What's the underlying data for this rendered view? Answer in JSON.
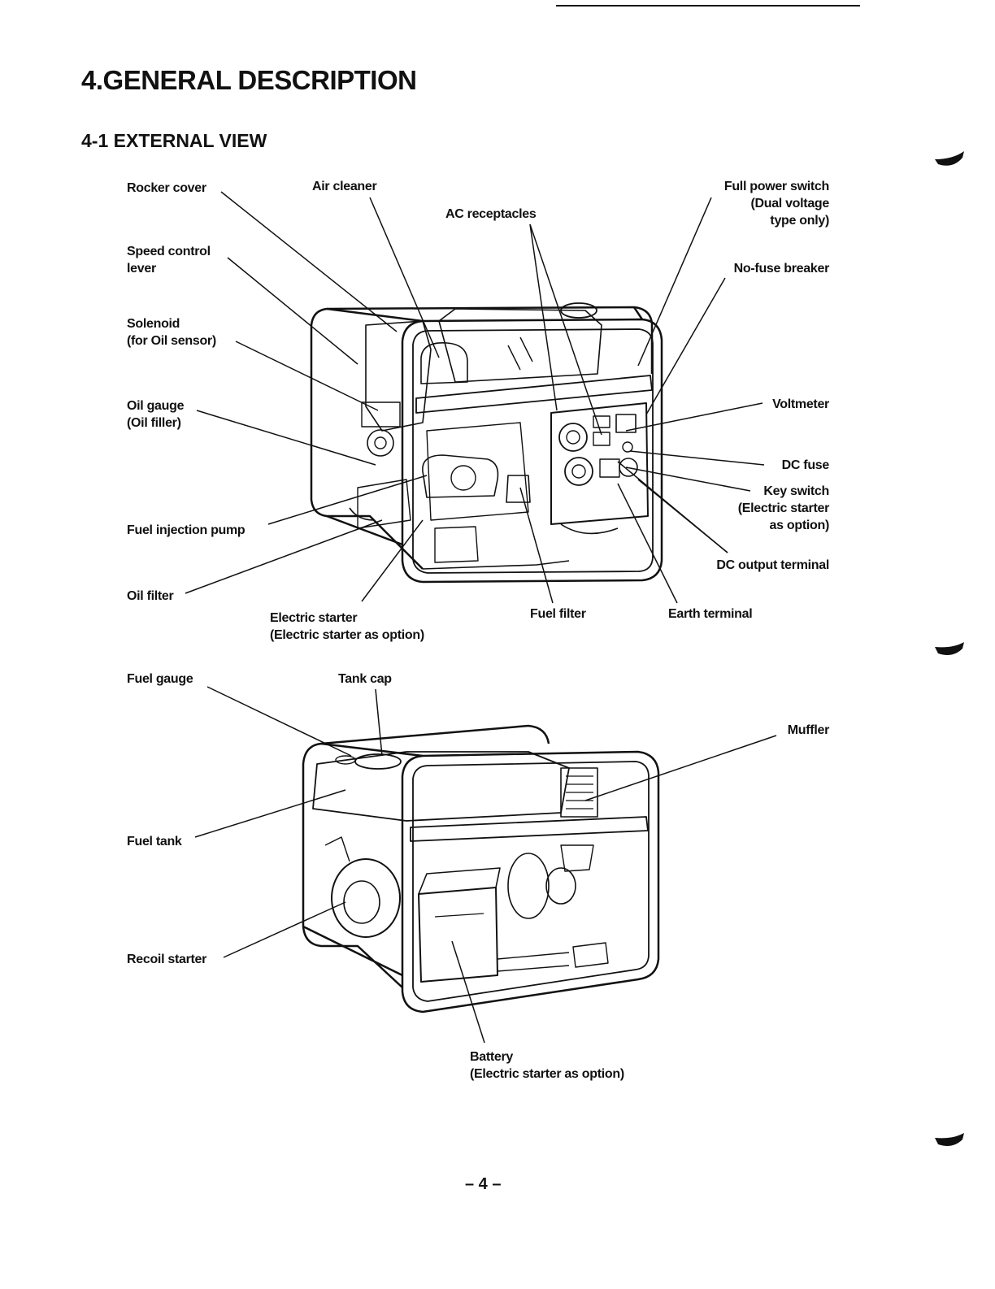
{
  "page": {
    "title": "4.GENERAL DESCRIPTION",
    "section": "4-1 EXTERNAL VIEW",
    "page_number": "– 4 –"
  },
  "figure1": {
    "rocker_cover": "Rocker cover",
    "air_cleaner": "Air cleaner",
    "ac_receptacles": "AC receptacles",
    "full_power_switch": [
      "Full power switch",
      "(Dual voltage",
      "type only)"
    ],
    "speed_control_lever": [
      "Speed control",
      "lever"
    ],
    "no_fuse_breaker": "No-fuse breaker",
    "solenoid": [
      "Solenoid",
      "(for Oil sensor)"
    ],
    "oil_gauge": [
      "Oil gauge",
      "(Oil filler)"
    ],
    "voltmeter": "Voltmeter",
    "dc_fuse": "DC fuse",
    "key_switch": [
      "Key switch",
      "(Electric starter",
      "as option)"
    ],
    "fuel_injection_pump": "Fuel injection pump",
    "dc_output_terminal": "DC output terminal",
    "oil_filter": "Oil filter",
    "electric_starter": [
      "Electric starter",
      "(Electric starter as option)"
    ],
    "fuel_filter": "Fuel filter",
    "earth_terminal": "Earth terminal"
  },
  "figure2": {
    "fuel_gauge": "Fuel gauge",
    "tank_cap": "Tank cap",
    "muffler": "Muffler",
    "fuel_tank": "Fuel tank",
    "recoil_starter": "Recoil starter",
    "battery": [
      "Battery",
      "(Electric starter as option)"
    ]
  }
}
